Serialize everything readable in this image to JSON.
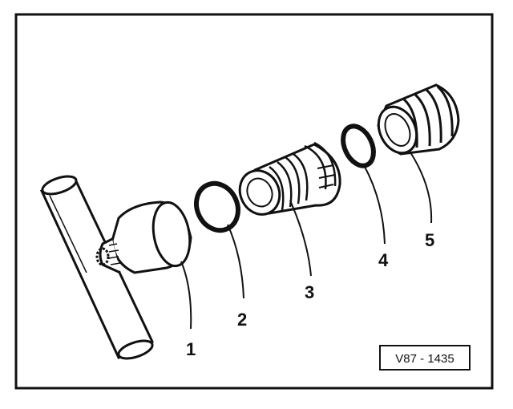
{
  "figure": {
    "reference_code": "V87 - 1435",
    "callouts": [
      {
        "id": "part-1",
        "label": "1"
      },
      {
        "id": "part-2",
        "label": "2"
      },
      {
        "id": "part-3",
        "label": "3"
      },
      {
        "id": "part-4",
        "label": "4"
      },
      {
        "id": "part-5",
        "label": "5"
      }
    ]
  },
  "colors": {
    "line": "#111111",
    "background": "#ffffff"
  }
}
